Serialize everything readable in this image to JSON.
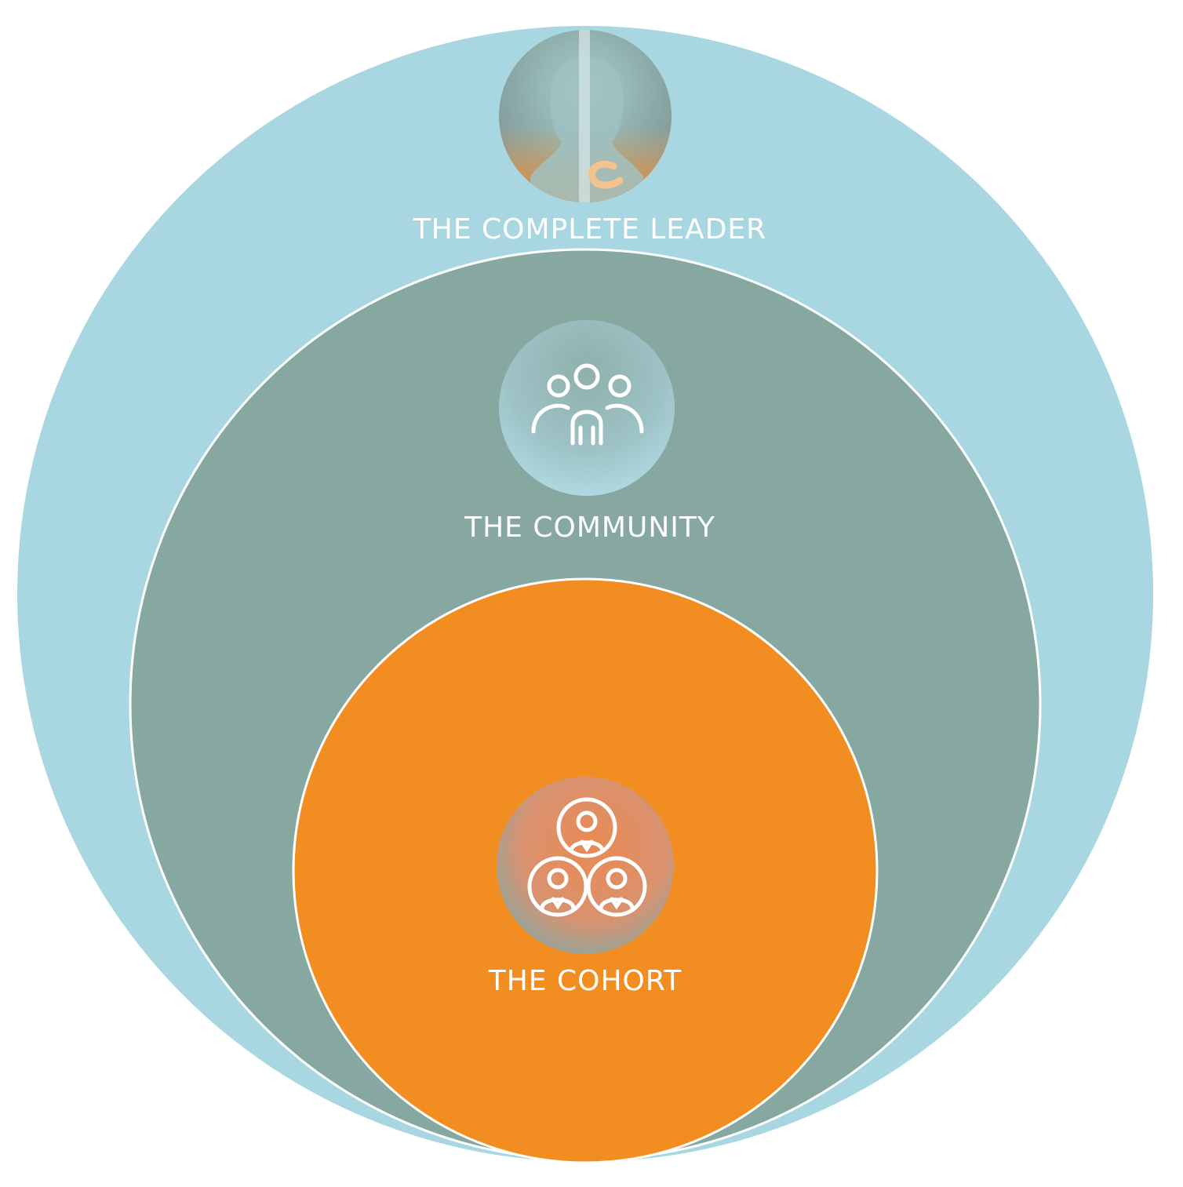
{
  "diagram": {
    "title": "",
    "colors": {
      "outer": "#a9d7e1",
      "middle": "#87a8a0",
      "inner": "#f28e21",
      "stroke": "#ffffff"
    },
    "rings": [
      {
        "id": "leader",
        "label": "THE COMPLETE LEADER",
        "icon": "leader-head-icon"
      },
      {
        "id": "community",
        "label": "THE COMMUNITY",
        "icon": "community-people-icon"
      },
      {
        "id": "cohort",
        "label": "THE COHORT",
        "icon": "cohort-group-icon"
      }
    ]
  }
}
